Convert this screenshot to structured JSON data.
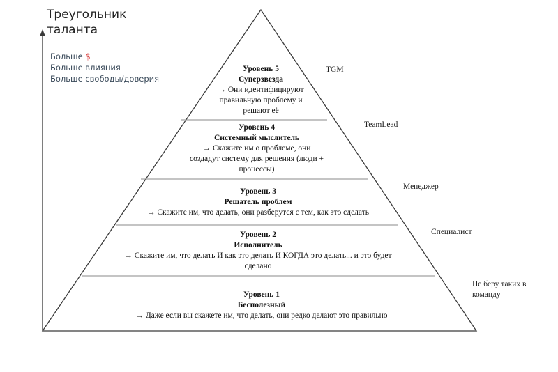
{
  "title": "Треугольник таланта",
  "axis_notes": {
    "line1_prefix": "Больше ",
    "line1_symbol": "$",
    "line2": "Больше влияния",
    "line3": "Больше свободы/доверия"
  },
  "colors": {
    "lines": "#3a3a3a",
    "separators": "#8a8a8a",
    "money": "#d32f2f",
    "notes": "#3a4a5a"
  },
  "levels": [
    {
      "title": "Уровень 5",
      "name": "Суперзвезда",
      "description": "→ Они идентифицируют правильную проблему и решают её",
      "role": "TGM"
    },
    {
      "title": "Уровень 4",
      "name": "Системный мыслитель",
      "description": "→ Скажите им о проблеме, они создадут систему для решения (люди + процессы)",
      "role": "TeamLead"
    },
    {
      "title": "Уровень 3",
      "name": "Решатель проблем",
      "description": "→ Скажите им, что делать, они разберутся с тем, как это сделать",
      "role": "Менеджер"
    },
    {
      "title": "Уровень 2",
      "name": "Исполнитель",
      "description": "→ Скажите им, что делать И как это делать И КОГДА это делать... и это будет сделано",
      "role": "Специалист"
    },
    {
      "title": "Уровень 1",
      "name": "Бесполезный",
      "description": "→ Даже если вы скажете им, что делать, они редко делают это правильно",
      "role": "Не беру таких в команду"
    }
  ]
}
